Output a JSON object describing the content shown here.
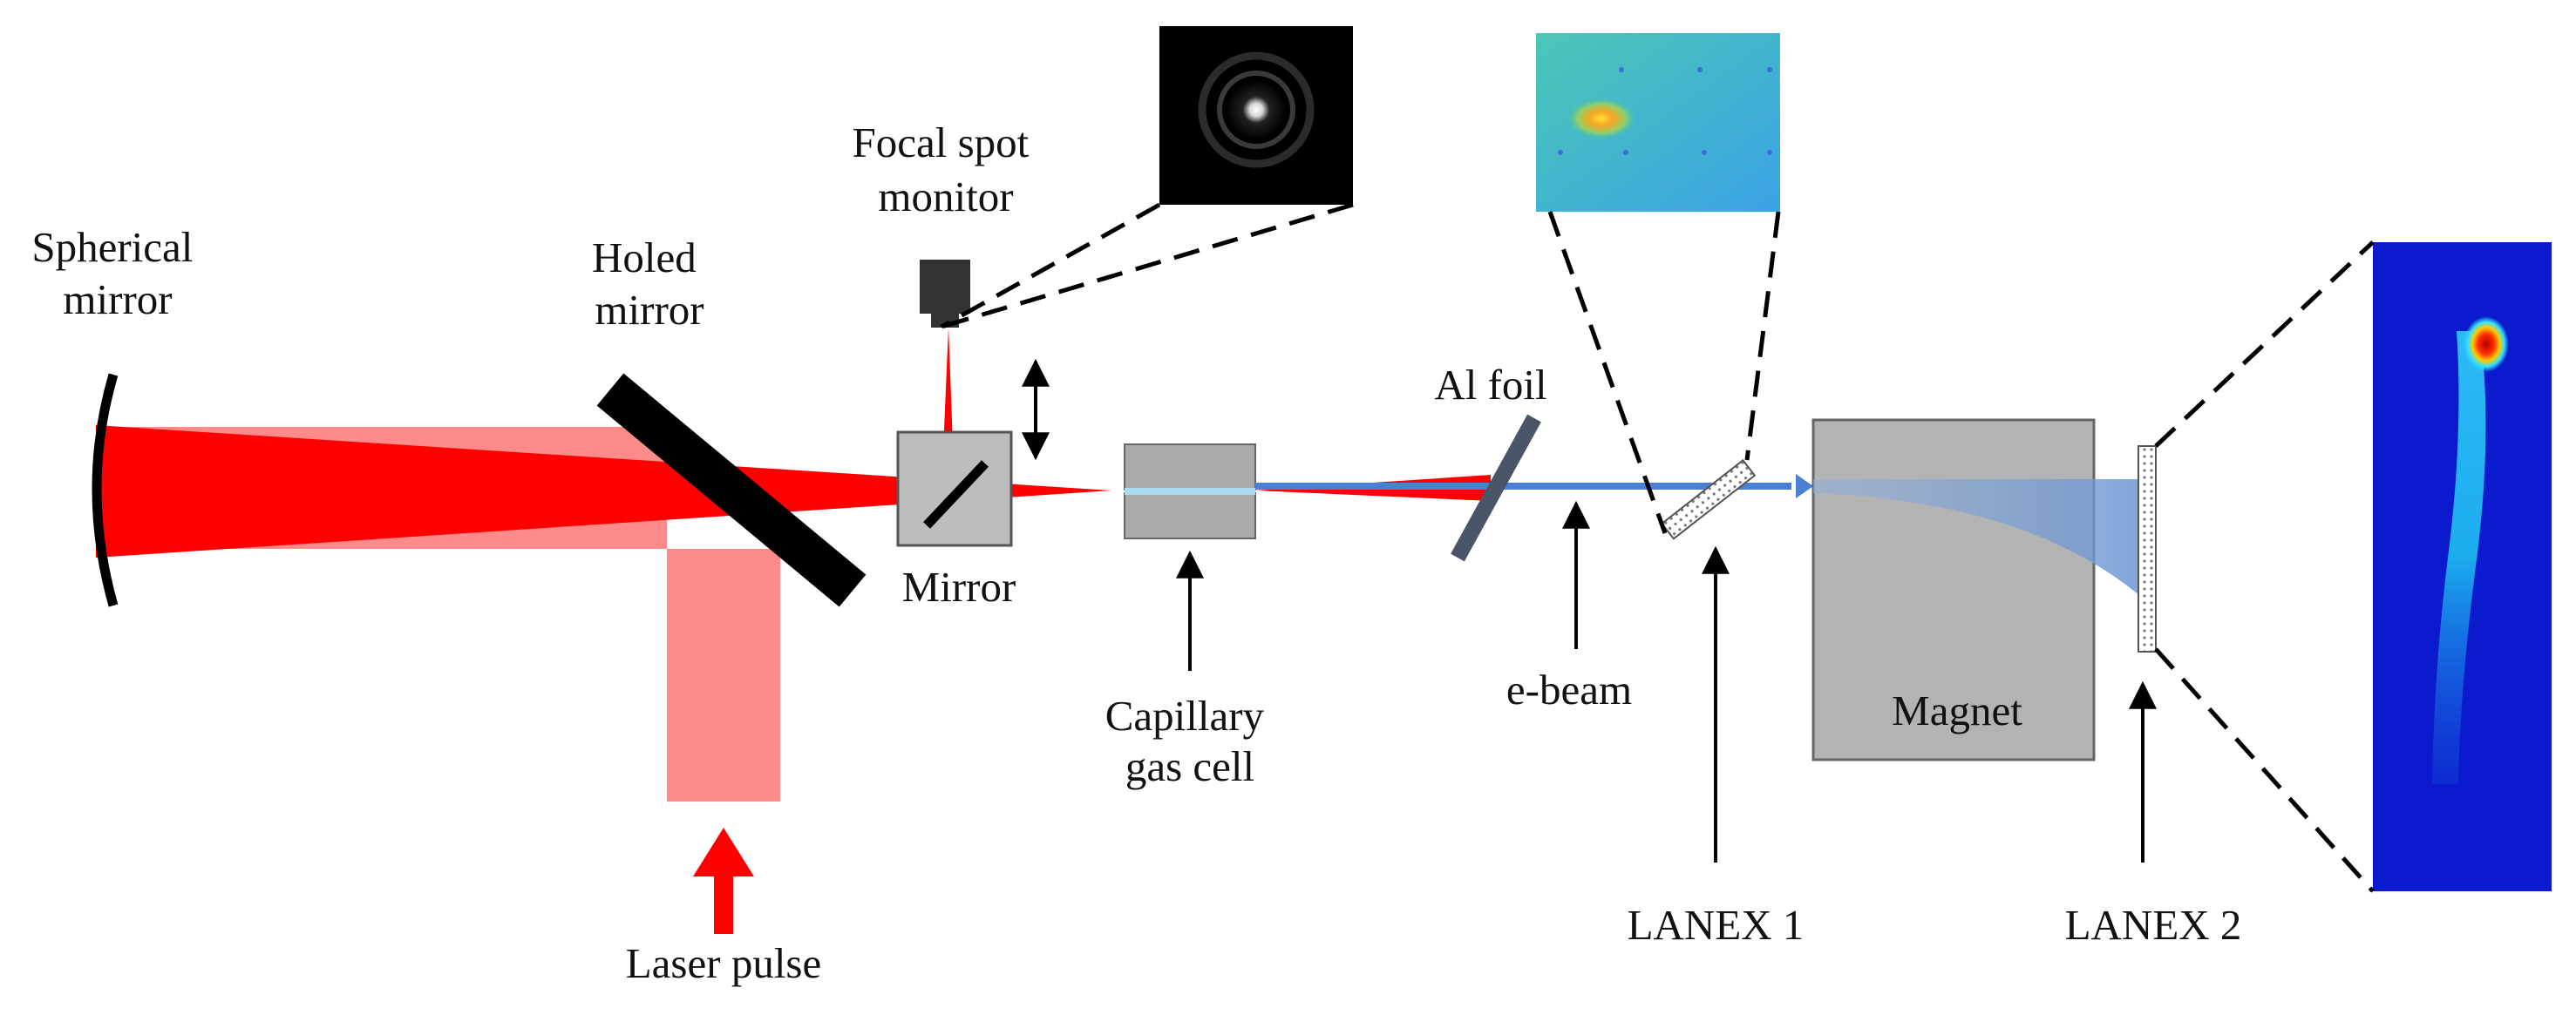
{
  "labels": {
    "spherical_mirror": [
      "Spherical",
      "mirror"
    ],
    "holed_mirror": [
      "Holed",
      "mirror"
    ],
    "focal_spot_monitor": [
      "Focal spot",
      "monitor"
    ],
    "mirror": "Mirror",
    "capillary_gas_cell": [
      "Capillary",
      "gas cell"
    ],
    "al_foil": "Al foil",
    "e_beam": "e-beam",
    "magnet": "Magnet",
    "lanex1": "LANEX 1",
    "lanex2": "LANEX 2",
    "laser_pulse": "Laser pulse"
  },
  "colors": {
    "laser_red": "#ff0000",
    "laser_pink": "#ff8a8a",
    "electron_blue": "#4a7fd6",
    "component_gray": "#bdbdbd",
    "al_foil_slate": "#4a5568"
  }
}
